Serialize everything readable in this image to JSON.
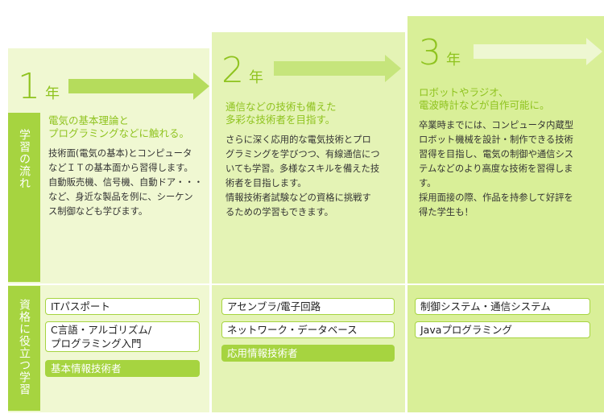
{
  "colors": {
    "accent": "#a6d440",
    "accent_text": "#8fc31f",
    "col1_bg": "#f0f8d2",
    "col2_bg": "#e4f3b5",
    "col3_bg": "#d9ef98"
  },
  "side_labels": {
    "flow": "学習の流れ",
    "skills": "資格に役立つ学習"
  },
  "years": [
    {
      "num": "1",
      "unit": "年",
      "subtitle_lines": [
        "電気の基本理論と",
        "プログラミングなどに触れる。"
      ],
      "body_lines": [
        "技術面(電気の基本)とコンピュータ",
        "などＩＴの基本面から習得します。",
        "自動販売機、信号機、自動ドア・・・",
        "など、身近な製品を例に、シーケン",
        "ス制御なども学びます。"
      ],
      "skills": [
        "ITパスポート",
        "C言語・アルゴリズム/\nプログラミング入門",
        "基本情報技術者"
      ]
    },
    {
      "num": "2",
      "unit": "年",
      "subtitle_lines": [
        "通信などの技術も備えた",
        "多彩な技術者を目指す。"
      ],
      "body_lines": [
        "さらに深く応用的な電気技術とプロ",
        "グラミングを学びつつ、有線通信につ",
        "いても学習。多様なスキルを備えた技",
        "術者を目指します。",
        "情報技術者試験などの資格に挑戦す",
        "るための学習もできます。"
      ],
      "skills": [
        "アセンブラ/電子回路",
        "ネットワーク・データベース",
        "応用情報技術者"
      ]
    },
    {
      "num": "3",
      "unit": "年",
      "subtitle_lines": [
        "ロボットやラジオ、",
        "電波時計などが自作可能に。"
      ],
      "body_lines": [
        "卒業時までには、コンピュータ内蔵型",
        "ロボット機械を設計・制作できる技術",
        "習得を目指し、電気の制御や通信シス",
        "テムなどのより高度な技術を習得しま",
        "す。",
        "採用面接の際、作品を持参して好評を",
        "得た学生も！"
      ],
      "skills": [
        "制御システム・通信システム",
        "Javaプログラミング"
      ]
    }
  ]
}
